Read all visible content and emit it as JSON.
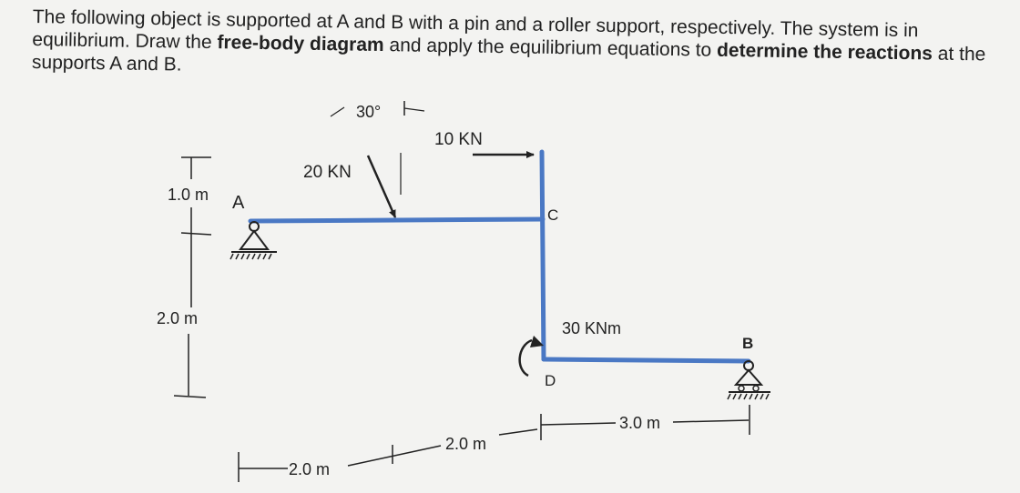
{
  "problem": {
    "part1": "The following object is supported at A and B with a pin and a roller support, respectively. The system is in equilibrium. Draw the ",
    "bold1": "free-body diagram",
    "part2": " and apply the equilibrium equations to ",
    "bold2": "determine the reactions",
    "part3": " at the supports A and B."
  },
  "diagram": {
    "points": {
      "A": "A",
      "B": "B",
      "C": "C",
      "D": "D"
    },
    "loads": {
      "inclined_force": "20 KN",
      "angle": "30°",
      "horizontal_force": "10 KN",
      "moment": "30 KNm"
    },
    "dimensions": {
      "v_top": "1.0 m",
      "v_bottom": "2.0 m",
      "h_first": "2.0 m",
      "h_second": "2.0 m",
      "h_third": "3.0 m"
    },
    "colors": {
      "member": "#4a78c4",
      "ink": "#222222",
      "paper": "#f3f3f1"
    }
  }
}
